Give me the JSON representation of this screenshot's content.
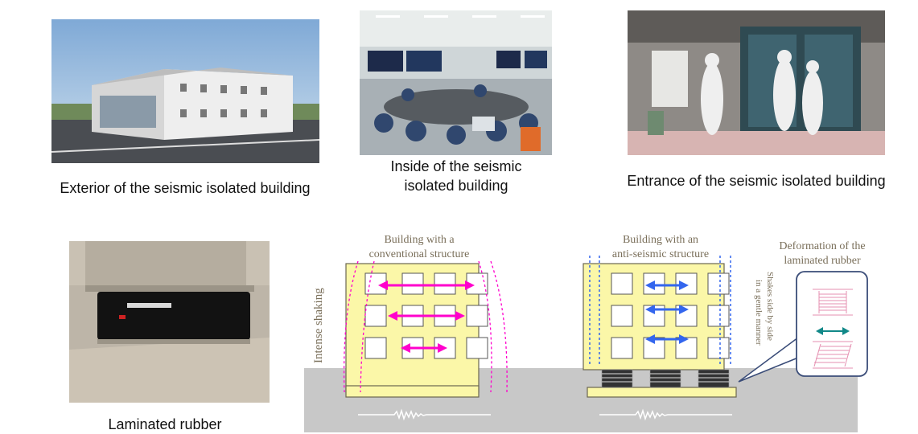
{
  "captions": {
    "exterior": "Exterior of the seismic isolated building",
    "inside_line1": "Inside of the seismic",
    "inside_line2": "isolated building",
    "entrance": "Entrance of the seismic isolated building",
    "rubber": "Laminated rubber"
  },
  "diagram": {
    "conventional_line1": "Building with a",
    "conventional_line2": "conventional structure",
    "anti_line1": "Building with an",
    "anti_line2": "anti-seismic structure",
    "deform_line1": "Deformation of the",
    "deform_line2": "laminated rubber",
    "intense": "Intense shaking",
    "gentle_line1": "Shakes side by side",
    "gentle_line2": "in a gentle manner"
  },
  "colors": {
    "building_fill": "#fbf7a8",
    "ground": "#c8c8c8",
    "magenta": "#ff00cc",
    "blue": "#3366ee",
    "teal": "#118888",
    "label": "#7a6f5a"
  }
}
